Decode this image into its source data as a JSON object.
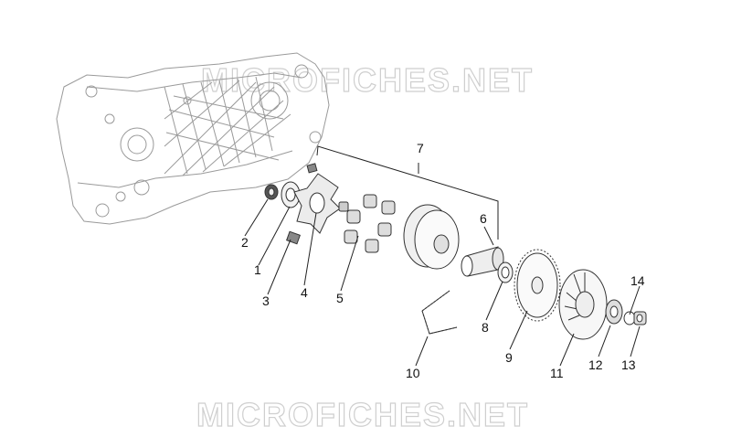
{
  "watermark": {
    "top": "MICROFICHES.NET",
    "bottom": "MICROFICHES.NET"
  },
  "callouts": [
    {
      "id": "1",
      "label": "1"
    },
    {
      "id": "2",
      "label": "2"
    },
    {
      "id": "3",
      "label": "3"
    },
    {
      "id": "4",
      "label": "4"
    },
    {
      "id": "5",
      "label": "5"
    },
    {
      "id": "6",
      "label": "6"
    },
    {
      "id": "7",
      "label": "7"
    },
    {
      "id": "8",
      "label": "8"
    },
    {
      "id": "9",
      "label": "9"
    },
    {
      "id": "10",
      "label": "10"
    },
    {
      "id": "11",
      "label": "11"
    },
    {
      "id": "12",
      "label": "12"
    },
    {
      "id": "13",
      "label": "13"
    },
    {
      "id": "14",
      "label": "14"
    }
  ],
  "colors": {
    "line": "#222222",
    "casing": "#9a9a9a",
    "watermark": "#cfcfcf",
    "part_fill_light": "#e8e8e8",
    "part_fill_dark": "#555555"
  }
}
